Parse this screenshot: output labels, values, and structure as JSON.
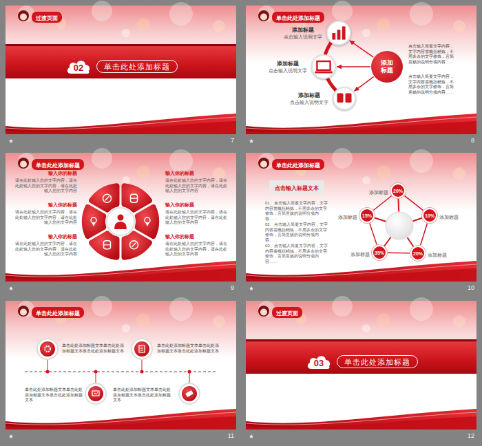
{
  "diagram": {
    "nodes": [
      {
        "text": [
          "7"
        ]
      },
      {
        "text": [
          "过渡页面"
        ],
        "in": 0
      },
      {
        "text": [
          "02"
        ],
        "in": 0
      },
      {
        "text": [
          "单击此处添加标题"
        ],
        "in": 0
      },
      {
        "text": [
          "8"
        ]
      },
      {
        "text": [
          "单击此处添加标题"
        ],
        "in": 4
      },
      {
        "text": [
          "添加标题",
          "点击输入说明文字"
        ],
        "in": 4
      },
      {
        "text": [
          "添加标题",
          "点击输入说明文字"
        ],
        "in": 4
      },
      {
        "text": [
          "添加标题",
          "点击输入说明文字"
        ],
        "in": 4
      },
      {
        "text": [
          "添加 标题"
        ],
        "in": 4
      },
      {
        "text": [
          "9"
        ]
      },
      {
        "text": [
          "单击此处添加标题"
        ],
        "in": 10
      },
      {
        "text": [
          "10"
        ]
      },
      {
        "text": [
          "单击此处添加标题"
        ],
        "in": 12
      },
      {
        "text": [
          "点击输入标题文本"
        ],
        "in": 12
      },
      {
        "text": [
          "20%",
          "添加标题"
        ],
        "in": 12
      },
      {
        "text": [
          "10%",
          "添加标题"
        ],
        "in": 12
      },
      {
        "text": [
          "20%",
          "添加标题"
        ],
        "in": 12
      },
      {
        "text": [
          "35%",
          "添加标题"
        ],
        "in": 12
      },
      {
        "text": [
          "15%",
          "添加标题"
        ],
        "in": 12
      },
      {
        "text": [
          "11"
        ]
      },
      {
        "text": [
          "单击此处添加标题"
        ],
        "in": 20
      },
      {
        "text": [
          "12"
        ]
      },
      {
        "text": [
          "过渡页面"
        ],
        "in": 22
      },
      {
        "text": [
          "03"
        ],
        "in": 22
      },
      {
        "text": [
          "单击此处添加标题"
        ],
        "in": 22
      }
    ],
    "edges": [
      {
        "from": 9,
        "to": 6,
        "arrow": "to"
      },
      {
        "from": 9,
        "to": 7,
        "arrow": "to"
      },
      {
        "from": 9,
        "to": 8,
        "arrow": "to"
      },
      {
        "from": 15,
        "to": 16,
        "arrow": "none"
      },
      {
        "from": 16,
        "to": 17,
        "arrow": "none"
      },
      {
        "from": 17,
        "to": 18,
        "arrow": "none"
      },
      {
        "from": 18,
        "to": 19,
        "arrow": "none"
      },
      {
        "from": 19,
        "to": 15,
        "arrow": "none"
      }
    ],
    "labels": [
      "点击输入简要文字内容，文字内容需概括精炼，不用多余的文字修饰，言简意赅的说明分项内容……",
      "点击输入简要文字内容，文字内容需概括精炼，不用多余的文字修饰，言简意赅的说明分项内容……",
      "输入你的标题",
      "请在此处输入您的文字内容，请在此处输入您的文字内容，请在此处输入您的文字内容",
      "输入你的标题",
      "请在此处输入您的文字内容，请在此处输入您的文字内容，请在此处输入您的文字内容",
      "输入你的标题",
      "请在此处输入您的文字内容，请在此处输入您的文字内容，请在此处输入您的文字内容",
      "输入你的标题",
      "请在此处输入您的文字内容，请在此处输入您的文字内容，请在此处输入您的文字内容",
      "输入你的标题",
      "请在此处输入您的文字内容，请在此处输入您的文字内容，请在此处输入您的文字内容",
      "输入你的标题",
      "请在此处输入您的文字内容，请在此处输入您的文字内容，请在此处输入您的文字内容",
      "01、点击输入简要文字内容，文字内容需概括精炼，不用多余的文字修饰，言简意赅的说明分项内容……",
      "02、点击输入简要文字内容，文字内容需概括精炼，不用多余的文字修饰，言简意赅的说明分项内容……",
      "03、点击输入简要文字内容，文字内容需概括精炼，不用多余的文字修饰，言简意赅的说明分项内容……",
      "单击此处添加标题文本单击此处添加标题文本单击此处添加标题文本",
      "单击此处添加标题文本单击此处添加标题文本单击此处添加标题文本",
      "单击此处添加标题文本单击此处添加标题文本单击此处添加标题文本",
      "单击此处添加标题文本单击此处添加标题文本单击此处添加标题文本"
    ]
  }
}
